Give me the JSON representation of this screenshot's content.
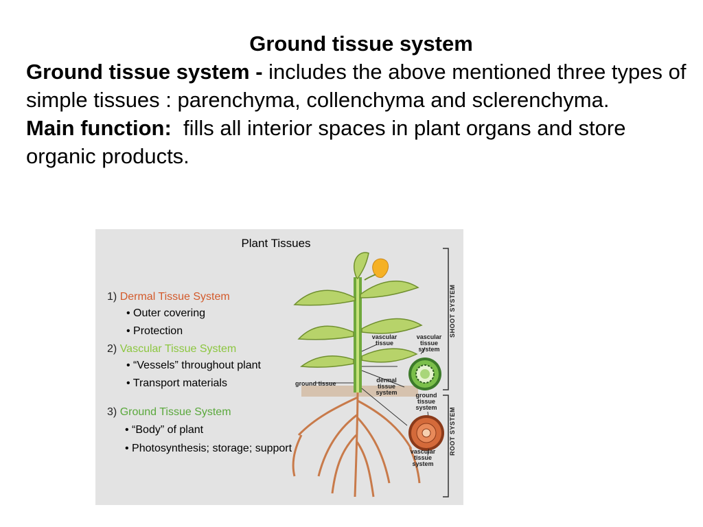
{
  "slide": {
    "title": "Ground tissue system",
    "p1_bold": "Ground tissue system -",
    "p1_text": " includes the above mentioned three types of simple tissues : parenchyma, collenchyma and sclerenchyma.",
    "p2_bold": "Main function:",
    "p2_text": "  fills all interior spaces in plant organs and store organic products."
  },
  "figure": {
    "title": "Plant Tissues",
    "systems": [
      {
        "number": "1)",
        "name": "Dermal Tissue System",
        "color": "#d35a2b",
        "bullets": [
          "• Outer covering",
          "• Protection"
        ]
      },
      {
        "number": "2)",
        "name": "Vascular Tissue System",
        "color": "#8cc63f",
        "bullets": [
          "• “Vessels” throughout plant",
          "• Transport materials"
        ]
      },
      {
        "number": "3)",
        "name": "Ground Tissue System",
        "color": "#5aa83c",
        "bullets": [
          "• “Body” of plant",
          "• Photosynthesis; storage; support"
        ]
      }
    ],
    "labels": {
      "ground_tissue": "ground tissue",
      "vascular_tissue": "vascular tissue",
      "vascular_tissue_system_top": "vascular tissue system",
      "dermal_tissue_system": "dermal tissue system",
      "ground_tissue_system": "ground tissue system",
      "vascular_tissue_system_bottom": "vascular tissue system",
      "shoot_system": "SHOOT SYSTEM",
      "root_system": "ROOT SYSTEM"
    }
  }
}
